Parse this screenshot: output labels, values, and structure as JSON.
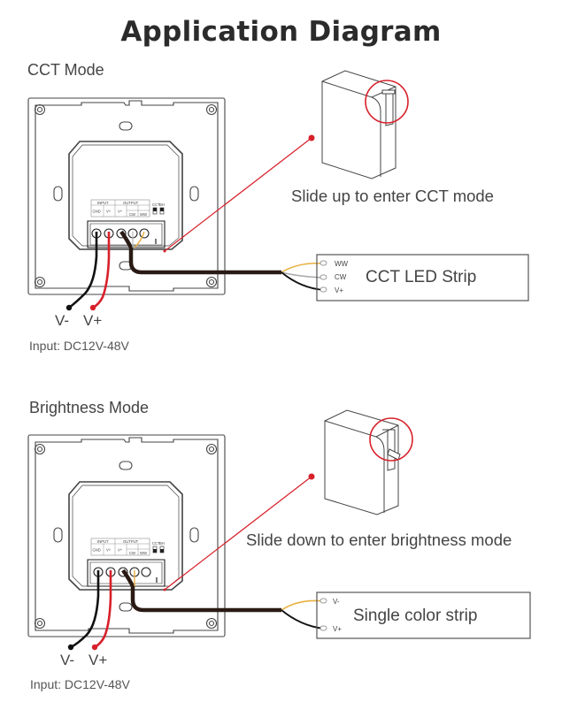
{
  "title": "Application Diagram",
  "colors": {
    "accent_red": "#d8202a",
    "wire_black": "#111111",
    "cable_brown": "#2a1a14",
    "wire_yellow": "#e8b040",
    "wire_gray": "#bbbbbb",
    "outline": "#555555"
  },
  "sections": [
    {
      "heading": "CCT Mode",
      "switch_caption": "Slide up to enter CCT mode",
      "switch_position": "up",
      "terminal_block": {
        "input_header": "INPUT",
        "output_header": "OUTPUT",
        "input_cols": [
          "GND",
          "V+"
        ],
        "output_cols": [
          "V+",
          "CW",
          "WW"
        ],
        "mode_switch_labels": [
          "CCT",
          "BH"
        ]
      },
      "power_labels": {
        "negative": "V-",
        "positive": "V+"
      },
      "input_spec": "Input: DC12V-48V",
      "strip": {
        "label": "CCT LED Strip",
        "pins": [
          "WW",
          "CW",
          "V+"
        ]
      }
    },
    {
      "heading": "Brightness Mode",
      "switch_caption": "Slide down to enter brightness mode",
      "switch_position": "down",
      "terminal_block": {
        "input_header": "INPUT",
        "output_header": "OUTPUT",
        "input_cols": [
          "GND",
          "V+"
        ],
        "output_cols": [
          "V+",
          "CW",
          "WW"
        ],
        "mode_switch_labels": [
          "CCT",
          "BH"
        ]
      },
      "power_labels": {
        "negative": "V-",
        "positive": "V+"
      },
      "input_spec": "Input: DC12V-48V",
      "strip": {
        "label": "Single color strip",
        "pins": [
          "V-",
          "V+"
        ]
      }
    }
  ]
}
